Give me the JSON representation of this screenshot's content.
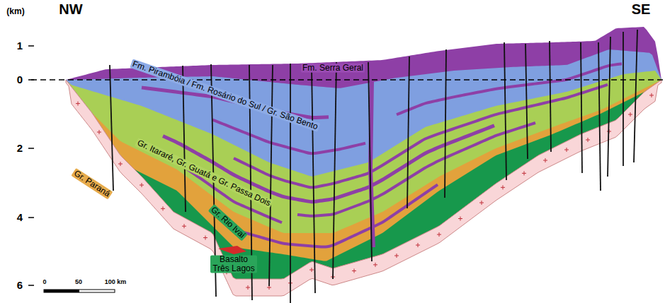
{
  "diagram": {
    "labels": [
      "(km)",
      "NW",
      "SE",
      "1",
      "0",
      "Fm. Serra Geral",
      "Fm. Pirambóia / Fm. Rosário do Sul / Gr. São Bento",
      "2",
      "Gr. Itararé, Gr. Guatá e Gr. Passa Dois",
      "Gr. Paraná",
      "4",
      "Gr. Rio Ivaí",
      "Basalto Três Lagos",
      "6",
      "0",
      "50",
      "100 km"
    ]
  }
}
